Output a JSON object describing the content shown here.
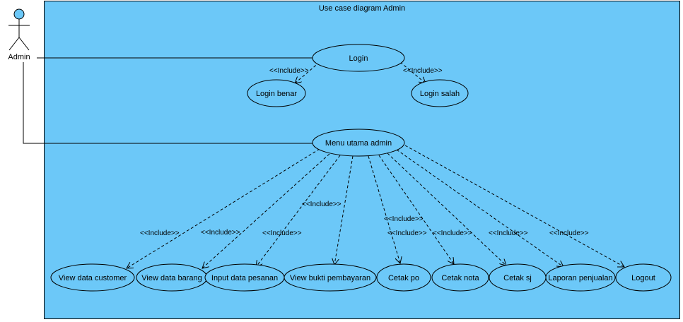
{
  "diagram": {
    "title": "Use case diagram Admin",
    "actor": {
      "name": "Admin"
    },
    "include_label": "<<Include>>",
    "use_cases": {
      "login": "Login",
      "login_benar": "Login benar",
      "login_salah": "Login salah",
      "menu_utama": "Menu utama admin",
      "view_customer": "View data customer",
      "view_barang": "View data barang",
      "input_pesanan": "Input data pesanan",
      "view_bukti": "View bukti pembayaran",
      "cetak_po": "Cetak po",
      "cetak_nota": "Cetak nota",
      "cetak_sj": "Cetak sj",
      "laporan": "Laporan penjualan",
      "logout": "Logout"
    },
    "colors": {
      "system_fill": "#6cc8f8",
      "actor_head": "#6cc8f8",
      "line": "#000000"
    }
  }
}
